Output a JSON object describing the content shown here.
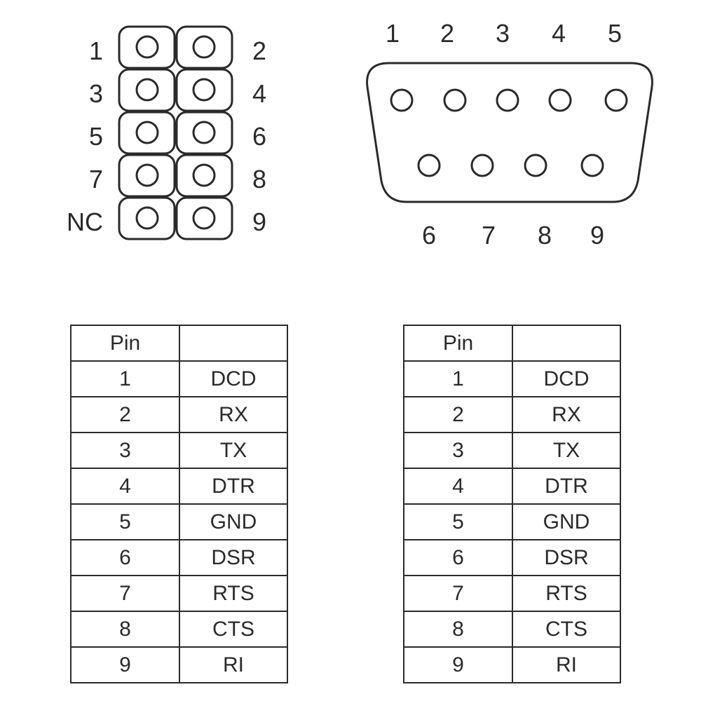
{
  "header_connector": {
    "left_labels": [
      "1",
      "3",
      "5",
      "7",
      "NC"
    ],
    "right_labels": [
      "2",
      "4",
      "6",
      "8",
      "9"
    ]
  },
  "db9_connector": {
    "top_labels": [
      "1",
      "2",
      "3",
      "4",
      "5"
    ],
    "bottom_labels": [
      "6",
      "7",
      "8",
      "9"
    ]
  },
  "tables": [
    {
      "header": [
        "Pin",
        ""
      ],
      "rows": [
        [
          "1",
          "DCD"
        ],
        [
          "2",
          "RX"
        ],
        [
          "3",
          "TX"
        ],
        [
          "4",
          "DTR"
        ],
        [
          "5",
          "GND"
        ],
        [
          "6",
          "DSR"
        ],
        [
          "7",
          "RTS"
        ],
        [
          "8",
          "CTS"
        ],
        [
          "9",
          "RI"
        ]
      ]
    },
    {
      "header": [
        "Pin",
        ""
      ],
      "rows": [
        [
          "1",
          "DCD"
        ],
        [
          "2",
          "RX"
        ],
        [
          "3",
          "TX"
        ],
        [
          "4",
          "DTR"
        ],
        [
          "5",
          "GND"
        ],
        [
          "6",
          "DSR"
        ],
        [
          "7",
          "RTS"
        ],
        [
          "8",
          "CTS"
        ],
        [
          "9",
          "RI"
        ]
      ]
    }
  ]
}
